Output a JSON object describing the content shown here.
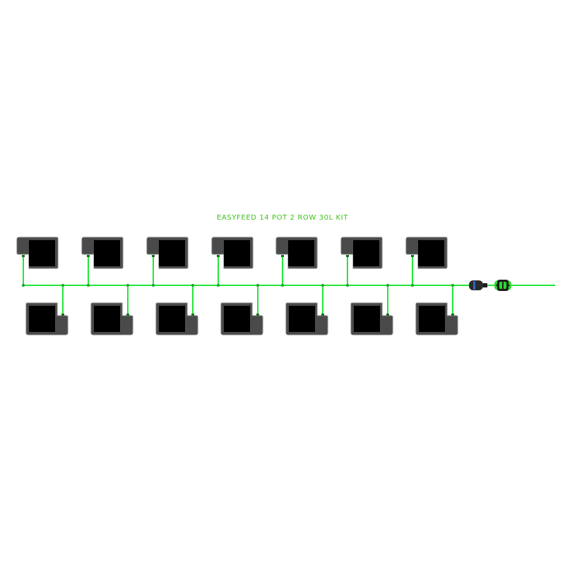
{
  "title": "EASYFEED 14 POT 2 ROW 30L KIT",
  "colors": {
    "title": "#3ec21a",
    "pipe": "#22e83a",
    "pot_outer": "#4a4a4a",
    "pot_inner": "#000000",
    "pot_stroke": "#7a7a7a",
    "connector_body": "#2a2a2a",
    "connector_ring": "#2e66c8",
    "tap_body": "#2bd92b"
  },
  "icons": {
    "pot": "square-pot-icon",
    "drip": "drip-nozzle-icon",
    "connector": "hose-connector-icon",
    "tap": "tap-valve-icon"
  },
  "top_row_pot_count": 7,
  "bottom_row_pot_count": 7
}
